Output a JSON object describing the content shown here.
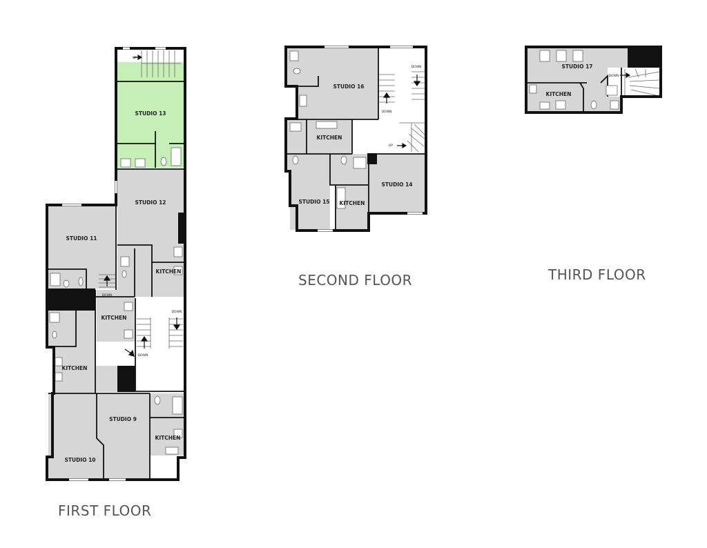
{
  "floors": {
    "first": {
      "title": "FIRST FLOOR",
      "rooms": {
        "studio_13": "STUDIO 13",
        "studio_12": "STUDIO 12",
        "studio_11": "STUDIO 11",
        "kitchen_a": "KITCHEN",
        "kitchen_b": "KITCHEN",
        "kitchen_c": "KITCHEN",
        "kitchen_d": "KITCHEN",
        "studio_9": "STUDIO 9",
        "studio_10": "STUDIO 10"
      },
      "stair_labels": {
        "up": "UP",
        "down_a": "DOWN",
        "down_b": "DOWN",
        "down_c": "DOWN"
      }
    },
    "second": {
      "title": "SECOND FLOOR",
      "rooms": {
        "studio_16": "STUDIO 16",
        "kitchen_a": "KITCHEN",
        "studio_15": "STUDIO 15",
        "kitchen_b": "KITCHEN",
        "studio_14": "STUDIO 14"
      },
      "stair_labels": {
        "down_a": "DOWN",
        "down_b": "DOWN",
        "up": "UP"
      }
    },
    "third": {
      "title": "THIRD FLOOR",
      "rooms": {
        "studio_17": "STUDIO 17",
        "kitchen": "KITCHEN"
      },
      "stair_labels": {
        "down": "DOWN"
      }
    }
  },
  "colors": {
    "room_fill": "#d6d6d6",
    "highlight_fill": "#c6efb8",
    "wall": "#111111",
    "void": "#111111",
    "circulation": "#ffffff"
  }
}
